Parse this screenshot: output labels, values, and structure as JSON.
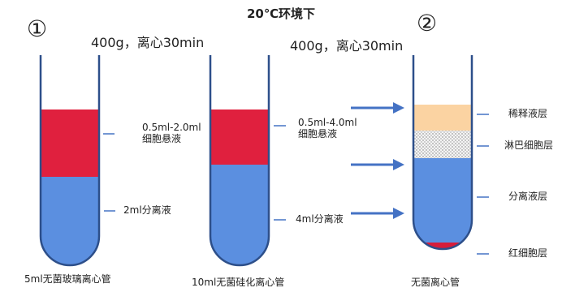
{
  "title": "20℃环境下",
  "steps": [
    {
      "number": "①",
      "condition": "400g，离心30min"
    },
    {
      "number": "②",
      "condition": "400g，离心30min"
    }
  ],
  "tubes": [
    {
      "name": "5ml无菌玻璃离心管",
      "labels": {
        "suspension": "0.5ml-2.0ml\n细胞悬液",
        "separation": "2ml分离液"
      }
    },
    {
      "name": "10ml无菌硅化离心管",
      "labels": {
        "suspension": "0.5ml-4.0ml\n细胞悬液",
        "separation": "4ml分离液"
      }
    },
    {
      "name": "无菌离心管",
      "layers": [
        "稀释液层",
        "淋巴细胞层",
        "分离液层",
        "红细胞层"
      ]
    }
  ],
  "colors": {
    "suspension": "#e0203e",
    "separation": "#5b8fe0",
    "diluent": "#fbd3a2",
    "red_cells": "#d61c3a",
    "tube_outline": "#2d4f8a",
    "arrow": "#4472c4"
  }
}
